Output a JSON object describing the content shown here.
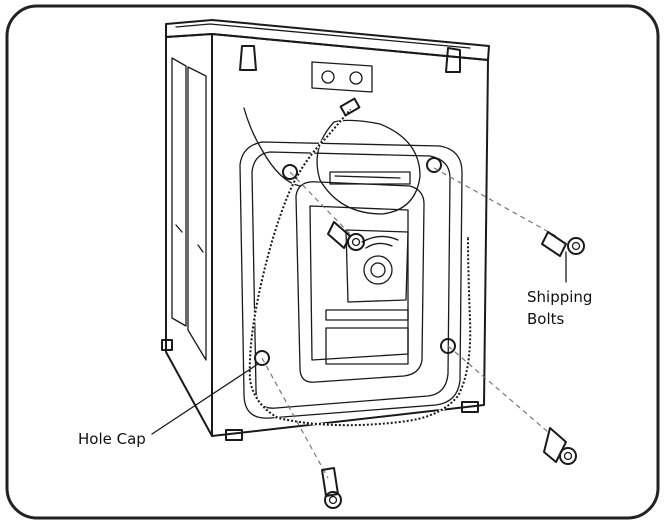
{
  "labels": {
    "shipping_line1": "Shipping",
    "shipping_line2": "Bolts",
    "hole_cap": "Hole Cap"
  },
  "colors": {
    "ink": "#1a1a1a",
    "frame": "#222222",
    "background": "#ffffff"
  }
}
